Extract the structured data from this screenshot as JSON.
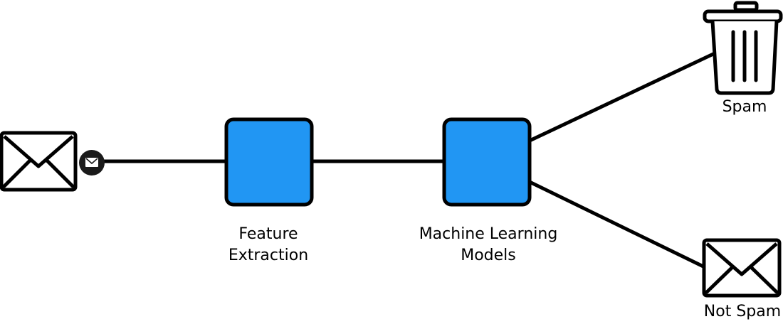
{
  "nodes": {
    "feature_extraction": {
      "line1": "Feature",
      "line2": "Extraction"
    },
    "ml_models": {
      "line1": "Machine Learning",
      "line2": "Models"
    },
    "spam": {
      "label": "Spam"
    },
    "not_spam": {
      "label": "Not Spam"
    }
  },
  "icons": {
    "input": "envelope-icon",
    "input_badge": "small-envelope-badge-icon",
    "spam": "trash-can-icon",
    "not_spam": "envelope-icon"
  },
  "colors": {
    "box_fill": "#2196F3",
    "stroke": "#000000",
    "badge_fill": "#1a1a1a"
  }
}
